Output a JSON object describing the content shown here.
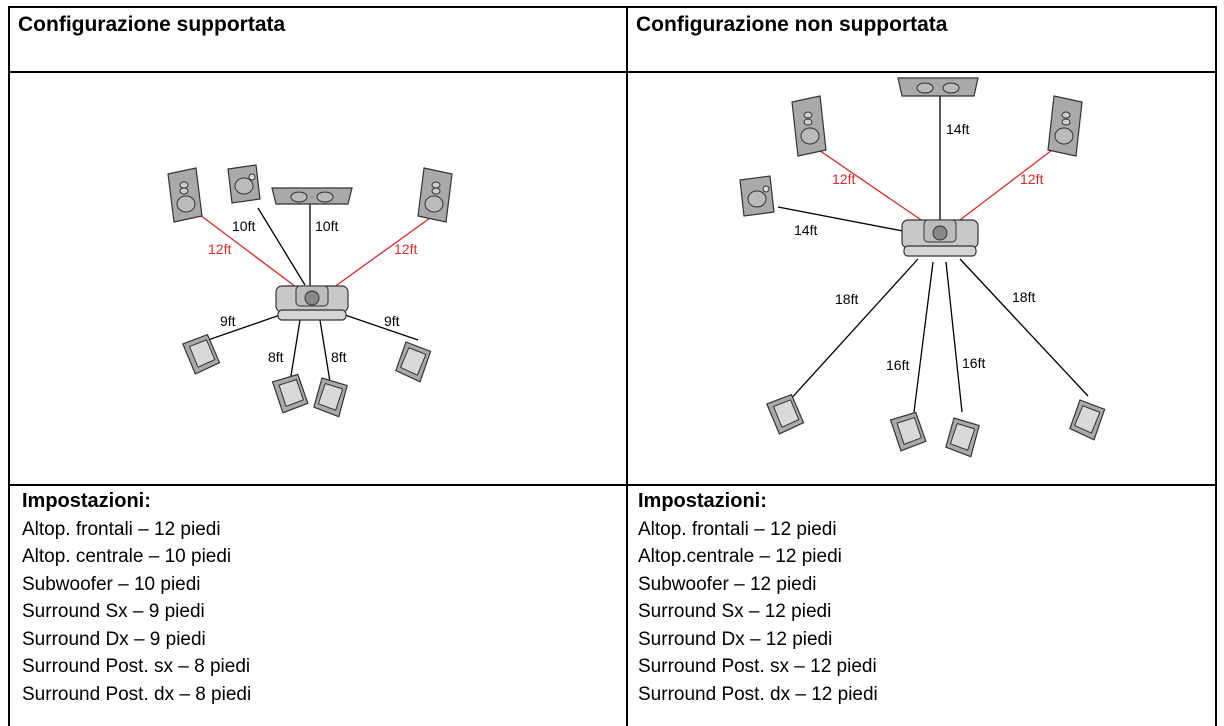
{
  "left": {
    "header": "Configurazione supportata",
    "settings_title": "Impostazioni:",
    "settings": [
      "Altop. frontali – 12 piedi",
      "Altop. centrale – 10 piedi",
      "Subwoofer – 10 piedi",
      "Surround Sx – 9 piedi",
      "Surround Dx – 9 piedi",
      "Surround Post. sx – 8 piedi",
      "Surround Post. dx – 8 piedi"
    ],
    "diagram_labels": {
      "front_left": "12ft",
      "front_right": "12ft",
      "center": "10ft",
      "subwoofer": "10ft",
      "surround_left": "9ft",
      "surround_right": "9ft",
      "rear_left": "8ft",
      "rear_right": "8ft"
    }
  },
  "right": {
    "header": "Configurazione non supportata",
    "settings_title": "Impostazioni:",
    "settings": [
      "Altop. frontali – 12 piedi",
      "Altop.centrale – 12 piedi",
      "Subwoofer – 12 piedi",
      "Surround Sx – 12 piedi",
      "Surround Dx – 12 piedi",
      "Surround Post. sx – 12 piedi",
      "Surround Post. dx – 12 piedi"
    ],
    "diagram_labels": {
      "front_left": "12ft",
      "front_right": "12ft",
      "center": "14ft",
      "subwoofer": "14ft",
      "surround_left": "18ft",
      "surround_right": "18ft",
      "rear_left": "16ft",
      "rear_right": "16ft"
    }
  },
  "colors": {
    "border": "#000000",
    "front_line": "#e0262b",
    "other_line": "#000000",
    "speaker_fill": "#a9a9a9",
    "speaker_stroke": "#333333",
    "sofa_fill": "#c8c8c8"
  }
}
